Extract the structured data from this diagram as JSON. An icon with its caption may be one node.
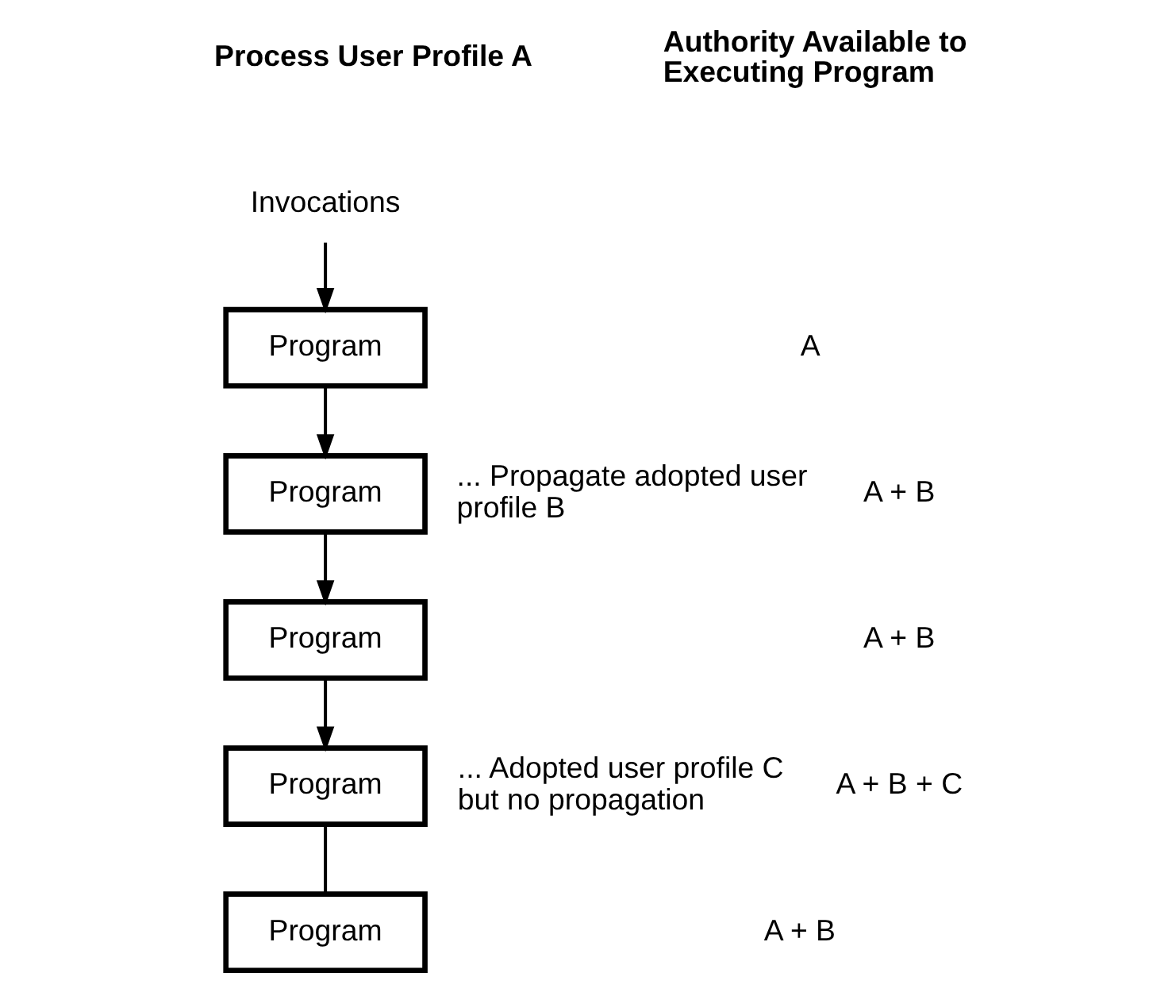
{
  "diagram": {
    "nodes": [
      {
        "text": [
          "Invocations"
        ]
      },
      {
        "text": [
          "Program"
        ]
      },
      {
        "text": [
          "Program"
        ],
        "beside": [
          "... Propagate adopted user profile B"
        ]
      },
      {
        "text": [
          "Program"
        ]
      },
      {
        "text": [
          "Program"
        ],
        "beside": [
          "... Adopted user profile C but no propagation"
        ]
      },
      {
        "text": [
          "Program"
        ]
      }
    ],
    "edges": [
      {
        "from": 0,
        "to": 1,
        "arrow": "to"
      },
      {
        "from": 1,
        "to": 2,
        "arrow": "to"
      },
      {
        "from": 2,
        "to": 3,
        "arrow": "to"
      },
      {
        "from": 3,
        "to": 4,
        "arrow": "to"
      },
      {
        "from": 4,
        "to": 5,
        "arrow": "none"
      }
    ],
    "labels": [
      "Process User Profile A",
      "Authority Available to Executing Program",
      "A",
      "A + B",
      "A + B",
      "A + B + C",
      "A + B"
    ]
  }
}
